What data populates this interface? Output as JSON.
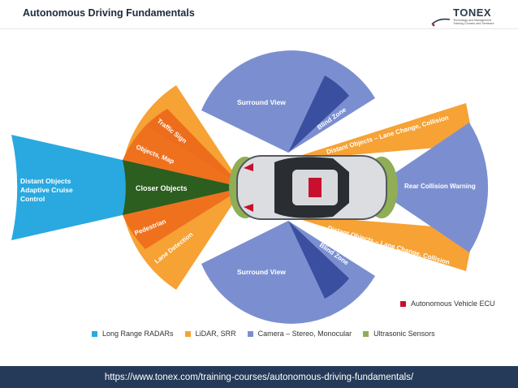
{
  "header": {
    "title": "Autonomous Driving Fundamentals",
    "logo_name": "TONEX",
    "logo_tagline": "Technology and Management Training Courses and Seminars"
  },
  "diagram": {
    "labels": {
      "distant_objects_front": [
        "Distant Objects",
        "Adaptive Cruise",
        "Control"
      ],
      "closer_objects": "Closer Objects",
      "traffic_sign": "Traffic Sign",
      "objects_map": "Objects, Map",
      "pedestrian": "Pedestrian",
      "lane_detection": "Lane Detection",
      "surround_view_top": "Surround View",
      "surround_view_bottom": "Surround View",
      "blind_zone_top": "Blind Zone",
      "blind_zone_bottom": "Blind Zone",
      "distant_lane_top": "Distant Objects – Lane Change, Collision",
      "distant_lane_bottom": "Distant Objects – Lane Change, Collision",
      "rear_collision": "Rear Collision Warning"
    },
    "colors": {
      "radar": "#29a9e0",
      "lidar": "#f6a234",
      "camera": "#7b8fd0",
      "ultrasonic": "#8fae55",
      "ecu": "#c8102e",
      "overlap_green": "#2b5e1f",
      "overlap_orange": "#ee6d1c",
      "overlap_navy": "#3b4fa0"
    }
  },
  "legend": {
    "items": [
      {
        "label": "Long Range RADARs",
        "color": "#29a9e0"
      },
      {
        "label": "LiDAR, SRR",
        "color": "#f6a234"
      },
      {
        "label": "Camera – Stereo, Monocular",
        "color": "#7b8fd0"
      },
      {
        "label": "Ultrasonic Sensors",
        "color": "#8fae55"
      }
    ],
    "ecu_label": "Autonomous Vehicle ECU",
    "ecu_color": "#c8102e"
  },
  "footer": {
    "url": "https://www.tonex.com/training-courses/autonomous-driving-fundamentals/"
  }
}
